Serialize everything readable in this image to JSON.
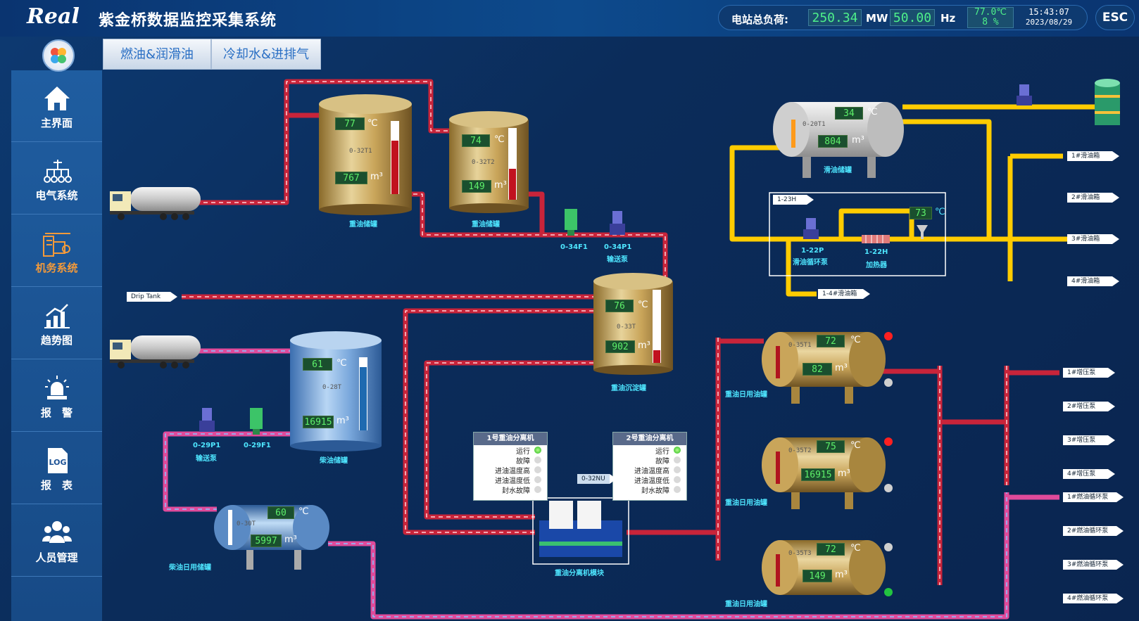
{
  "app": {
    "logo": "Real",
    "title": "紫金桥数据监控采集系统"
  },
  "status": {
    "load_label": "电站总负荷:",
    "power_value": "250.34",
    "power_unit": "MW",
    "freq_value": "50.00",
    "freq_unit": "Hz",
    "temp_value": "77.0",
    "temp_unit": "℃",
    "humidity_value": "8",
    "humidity_unit": "%",
    "time": "15:43:07",
    "date": "2023/08/29",
    "esc_label": "ESC"
  },
  "tabs": [
    {
      "label": "燃油&润滑油"
    },
    {
      "label": "冷却水&进排气"
    }
  ],
  "sidebar": {
    "items": [
      {
        "label": "主界面",
        "icon": "home-icon"
      },
      {
        "label": "电气系统",
        "icon": "electric-network-icon"
      },
      {
        "label": "机务系统",
        "icon": "machinery-icon",
        "active": true
      },
      {
        "label": "趋势图",
        "icon": "trend-chart-icon"
      },
      {
        "label": "报　警",
        "icon": "alarm-icon"
      },
      {
        "label": "报　表",
        "icon": "log-report-icon"
      },
      {
        "label": "人员管理",
        "icon": "users-icon"
      }
    ]
  },
  "colors": {
    "accent_orange": "#f39a3a",
    "lcd_green": "#4ef08a",
    "pipe_red": "#c8243a",
    "pipe_yellow": "#ffcc00",
    "tag_cyan": "#4ee6ff"
  },
  "tanks": {
    "t32t1": {
      "code": "0-32T1",
      "temp": "77",
      "volume": "767",
      "name": "重油储罐"
    },
    "t32t2": {
      "code": "0-32T2",
      "temp": "74",
      "volume": "149",
      "name": "重油储罐"
    },
    "t33t": {
      "code": "0-33T",
      "temp": "76",
      "volume": "902",
      "name": "重油沉淀罐"
    },
    "t28t": {
      "code": "0-28T",
      "temp": "61",
      "volume": "16915",
      "name": "柴油储罐"
    },
    "t30t": {
      "code": "0-30T",
      "temp": "60",
      "volume": "5997",
      "name": "柴油日用储罐"
    },
    "t20t1": {
      "code": "0-20T1",
      "temp": "34",
      "volume": "804",
      "name": "滑油储罐"
    },
    "t35t1": {
      "code": "0-35T1",
      "temp": "72",
      "volume": "82",
      "name": "重油日用油罐"
    },
    "t35t2": {
      "code": "0-35T2",
      "temp": "75",
      "volume": "16915",
      "name": "重油日用油罐"
    },
    "t35t3": {
      "code": "0-35T3",
      "temp": "72",
      "volume": "149",
      "name": "重油日用油罐"
    }
  },
  "units": {
    "temp": "℃",
    "volume": "m³"
  },
  "pumps": {
    "p34f1": "0-34F1",
    "p34p1": "0-34P1",
    "p34p1_name": "输送泵",
    "p29p1": "0-29P1",
    "p29p1_name": "输送泵",
    "p29f1": "0-29F1",
    "p22p": "1-22P",
    "p22p_name": "滑油循环泵",
    "heater": "1-22H",
    "heater_name": "加热器",
    "box_code": "1-23H",
    "oil_temp": "73"
  },
  "drip_tank": "Drip Tank",
  "separators": {
    "sep1_title": "1号重油分离机",
    "sep2_title": "2号重油分离机",
    "rows": [
      "运行",
      "故障",
      "进油温度高",
      "进油温度低",
      "封水故障"
    ],
    "sep1_leds": [
      true,
      false,
      false,
      false,
      false
    ],
    "sep2_leds": [
      true,
      false,
      false,
      false,
      false
    ],
    "module_code": "0-32NU",
    "module_name": "重油分离机模块"
  },
  "destinations": {
    "lube": [
      "1#滑油箱",
      "2#滑油箱",
      "3#滑油箱",
      "4#滑油箱"
    ],
    "lube_extra": "1-4#滑油箱",
    "booster": [
      "1#增压泵",
      "2#增压泵",
      "3#增压泵",
      "4#增压泵"
    ],
    "circ": [
      "1#燃油循环泵",
      "2#燃油循环泵",
      "3#燃油循环泵",
      "4#燃油循环泵"
    ]
  }
}
